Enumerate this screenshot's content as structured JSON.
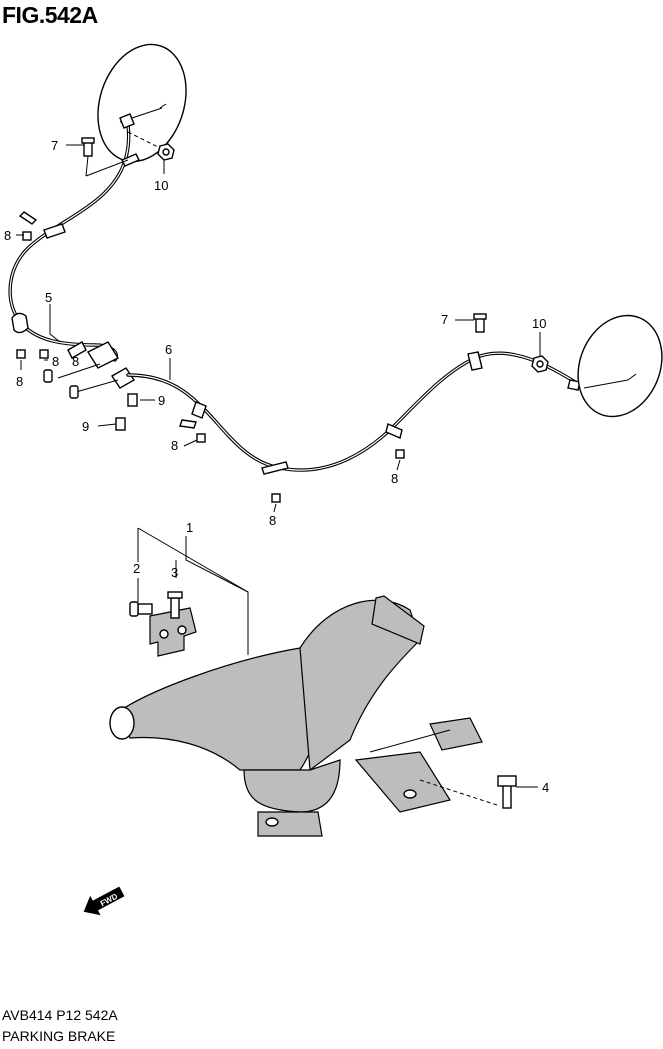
{
  "figure": {
    "title": "FIG.542A",
    "code": "AVB414 P12 542A",
    "name": "PARKING BRAKE"
  },
  "callouts": {
    "c1": "1",
    "c2": "2",
    "c3": "3",
    "c4": "4",
    "c5": "5",
    "c6": "6",
    "c7a": "7",
    "c7b": "7",
    "c8a": "8",
    "c8b": "8",
    "c8c": "8",
    "c8d": "8",
    "c8e": "8",
    "c8f": "8",
    "c8g": "8",
    "c9a": "9",
    "c9b": "9",
    "c10a": "10",
    "c10b": "10"
  },
  "fwd_label": "FWD",
  "colors": {
    "ink": "#000000",
    "shade": "#bdbdbd",
    "paper": "#ffffff"
  }
}
